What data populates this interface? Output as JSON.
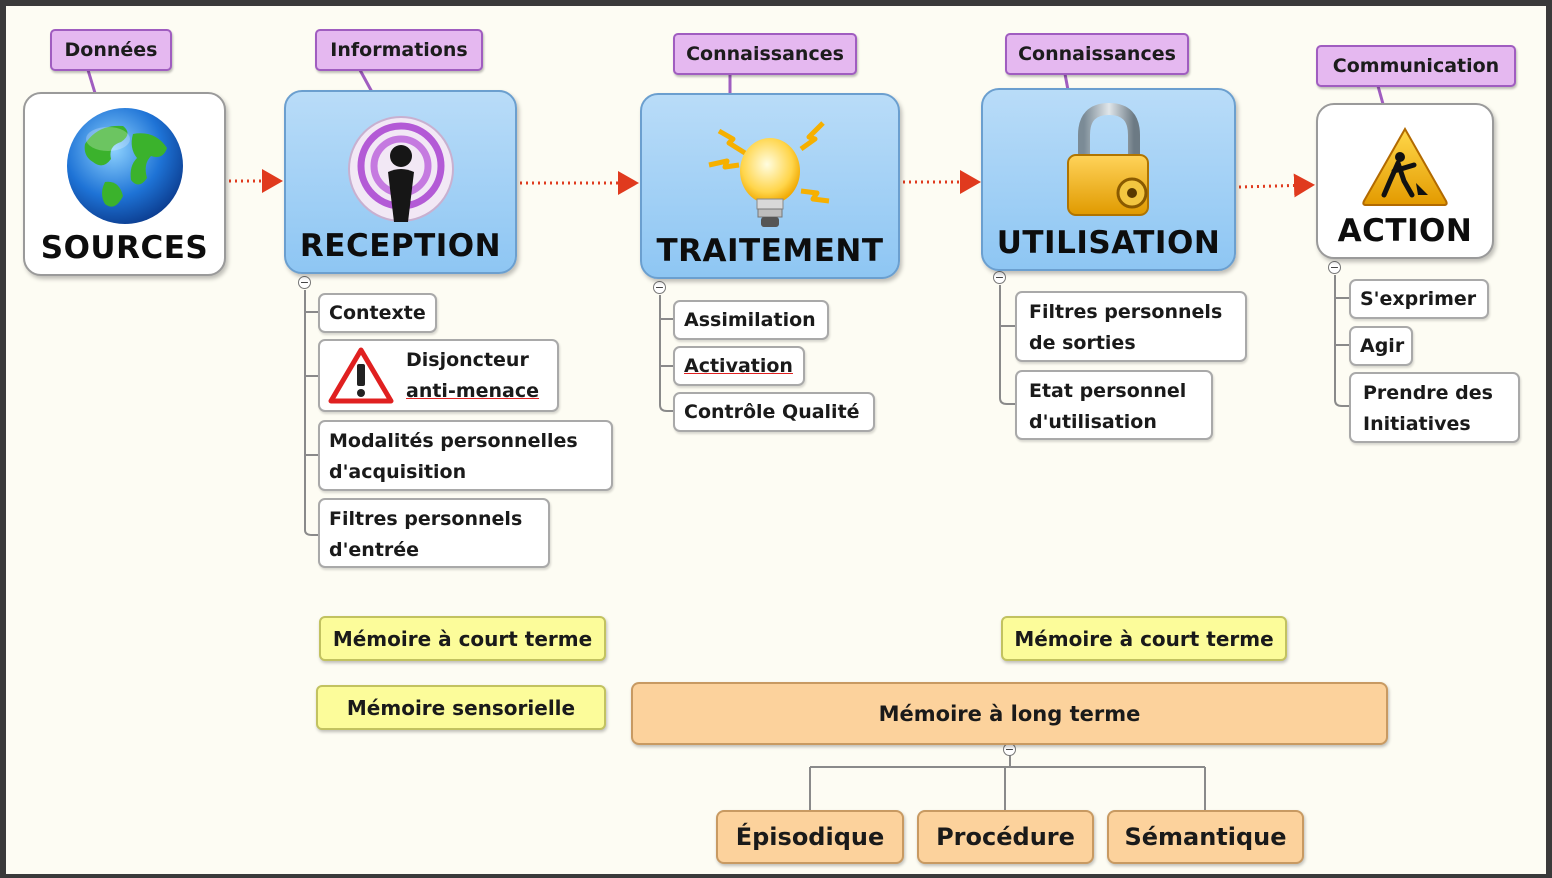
{
  "colors": {
    "tag_fill": "#e5b8f0",
    "blue_node_fill": "#8ec6f3",
    "yellow_node_fill": "#fcfc9a",
    "orange_node_fill": "#fcd29c",
    "arrow": "#e03a1e"
  },
  "stages": [
    {
      "tag": "Données",
      "title": "SOURCES",
      "icon": "globe-icon"
    },
    {
      "tag": "Informations",
      "title": "RECEPTION",
      "icon": "podcast-icon"
    },
    {
      "tag": "Connaissances",
      "title": "TRAITEMENT",
      "icon": "lightbulb-icon"
    },
    {
      "tag": "Connaissances",
      "title": "UTILISATION",
      "icon": "padlock-icon"
    },
    {
      "tag": "Communication",
      "title": "ACTION",
      "icon": "roadwork-sign-icon"
    }
  ],
  "reception_items": [
    "Contexte",
    "Disjoncteur",
    "anti-menace",
    "Modalités personnelles",
    "d'acquisition",
    "Filtres personnels",
    "d'entrée"
  ],
  "traitement_items": [
    "Assimilation",
    "Activation",
    "Contrôle Qualité"
  ],
  "utilisation_items": [
    "Filtres personnels",
    "de sorties",
    "Etat personnel",
    "d'utilisation"
  ],
  "action_items": [
    "S'exprimer",
    "Agir",
    "Prendre des",
    "Initiatives"
  ],
  "memory": {
    "short_term_left": "Mémoire à court terme",
    "short_term_right": "Mémoire à court terme",
    "sensory": "Mémoire sensorielle",
    "long_term": "Mémoire à long terme",
    "long_term_types": [
      "Épisodique",
      "Procédure",
      "Sémantique"
    ]
  }
}
